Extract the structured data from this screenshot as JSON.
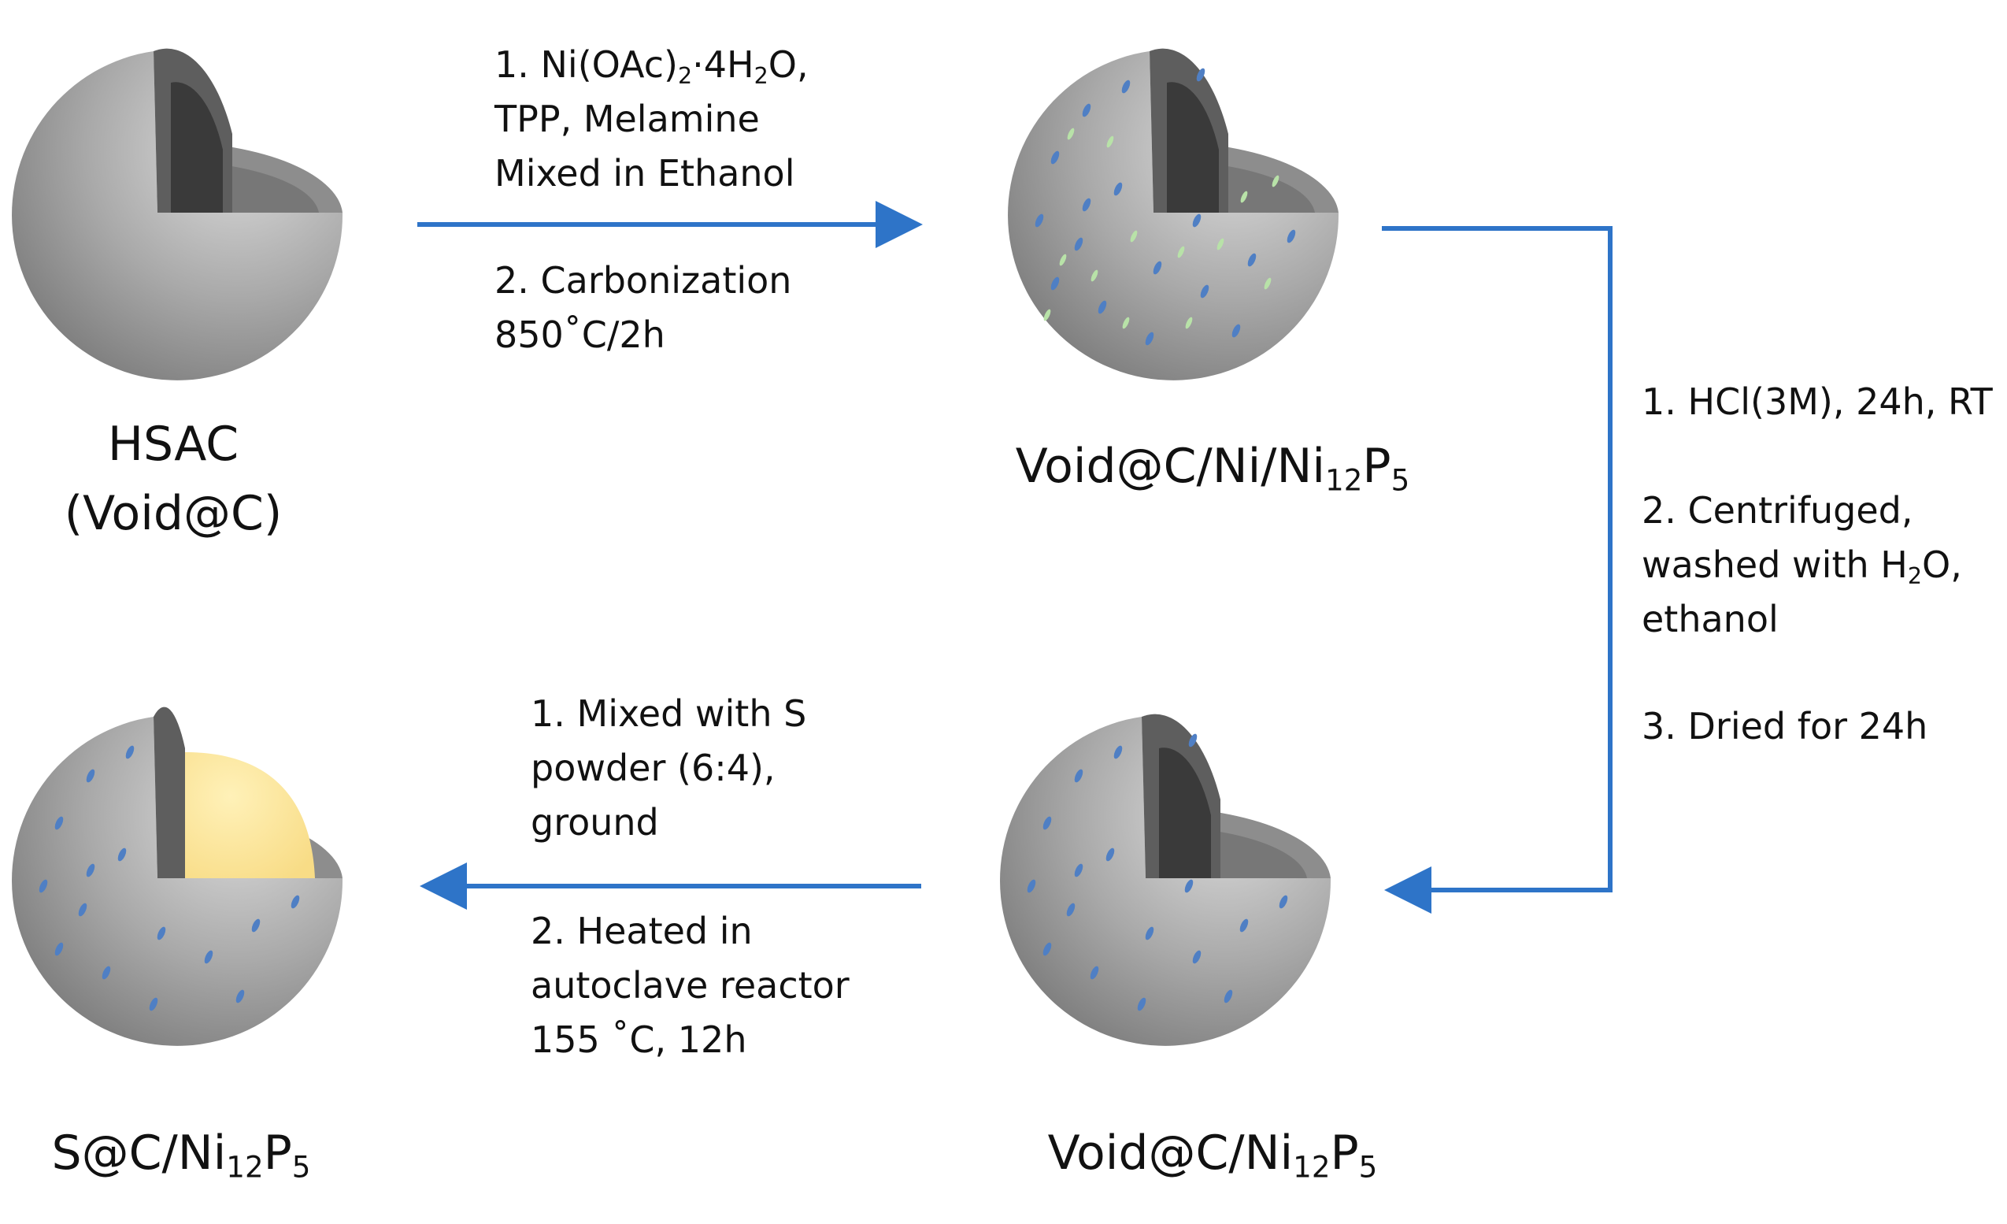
{
  "materials": {
    "hsac": {
      "line1": "HSAC",
      "line2": "(Void@C)"
    },
    "void_c_ni_ni12p5": {
      "pre": "Void@C/Ni/Ni",
      "sub1": "12",
      "mid": "P",
      "sub2": "5"
    },
    "void_c_ni12p5": {
      "pre": "Void@C/Ni",
      "sub1": "12",
      "mid": "P",
      "sub2": "5"
    },
    "s_c_ni12p5": {
      "pre": "S@C/Ni",
      "sub1": "12",
      "mid": "P",
      "sub2": "5"
    }
  },
  "steps": {
    "top": {
      "l1_pre": "1. Ni(OAc)",
      "l1_sub1": "2",
      "l1_mid": "·4H",
      "l1_sub2": "2",
      "l1_post": "O,",
      "l2": "TPP, Melamine",
      "l3": "Mixed in Ethanol",
      "l4": "2. Carbonization",
      "l5": "850˚C/2h"
    },
    "right": {
      "l1": "1. HCl(3M), 24h, RT",
      "l2": "2. Centrifuged,",
      "l3_pre": "washed with H",
      "l3_sub": "2",
      "l3_post": "O,",
      "l4": "ethanol",
      "l5": "3. Dried for 24h"
    },
    "bottom": {
      "l1": "1. Mixed with S",
      "l2": "powder (6:4),",
      "l3": "ground",
      "l4": "2. Heated in",
      "l5": "autoclave reactor",
      "l6": "155 ˚C, 12h"
    }
  },
  "colors": {
    "arrow": "#2e74c8",
    "shell": "#9a9a9a",
    "core": "#3c3c3c",
    "sulfur": "#fde79a",
    "ni12p5_dots": "#4f7fc4",
    "ni_dots": "#b8e2a8"
  }
}
